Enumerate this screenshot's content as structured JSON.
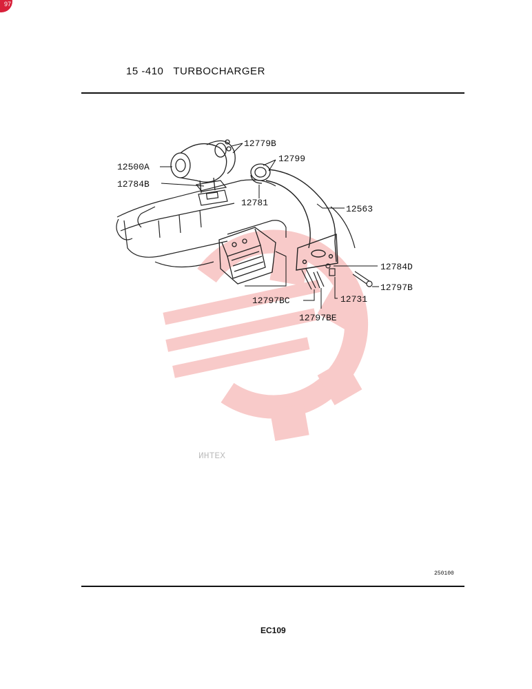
{
  "corner_badge": "97",
  "header": {
    "section": "15 -410",
    "title": "TURBOCHARGER"
  },
  "parts": {
    "p12779B": "12779B",
    "p12799": "12799",
    "p12500A": "12500A",
    "p12784B": "12784B",
    "p12781": "12781",
    "p12563": "12563",
    "p12784D": "12784D",
    "p12797B": "12797B",
    "p12797BC": "12797BC",
    "p12731": "12731",
    "p12797BE": "12797BE"
  },
  "watermark": {
    "text": "ИНТЕХ",
    "color": "#e8463f"
  },
  "footer": {
    "drawing_code": "250100",
    "page_id": "EC109"
  }
}
